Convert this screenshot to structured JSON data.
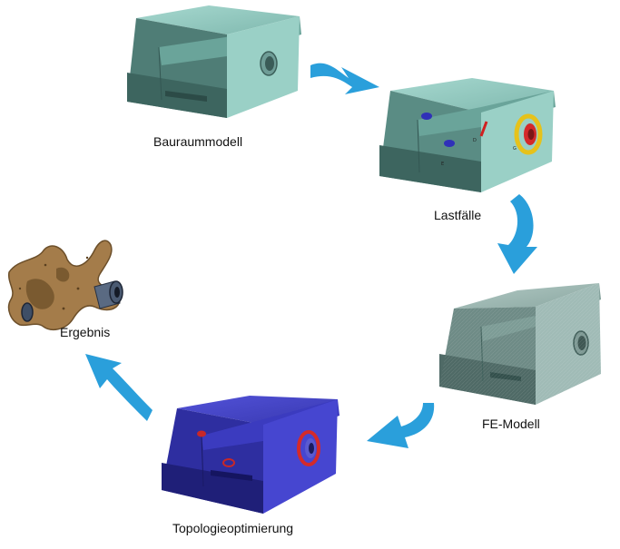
{
  "stages": [
    {
      "id": "bauraum",
      "label": "Bauraummodell"
    },
    {
      "id": "lastfaelle",
      "label": "Lastfälle"
    },
    {
      "id": "fe",
      "label": "FE-Modell"
    },
    {
      "id": "topo",
      "label": "Topologieoptimierung"
    },
    {
      "id": "ergebnis",
      "label": "Ergebnis"
    }
  ],
  "colors": {
    "model_light": "#8dc7bd",
    "model_mid": "#5f958c",
    "model_dark": "#3f6963",
    "fe_light": "#a3bdb8",
    "fe_mid": "#6f8d88",
    "fe_dark": "#4c6561",
    "topo_light": "#4343c8",
    "topo_mid": "#2d2d9e",
    "topo_dark": "#1e1e74",
    "arrow": "#2a9fdb",
    "result": "#a47c4a"
  }
}
